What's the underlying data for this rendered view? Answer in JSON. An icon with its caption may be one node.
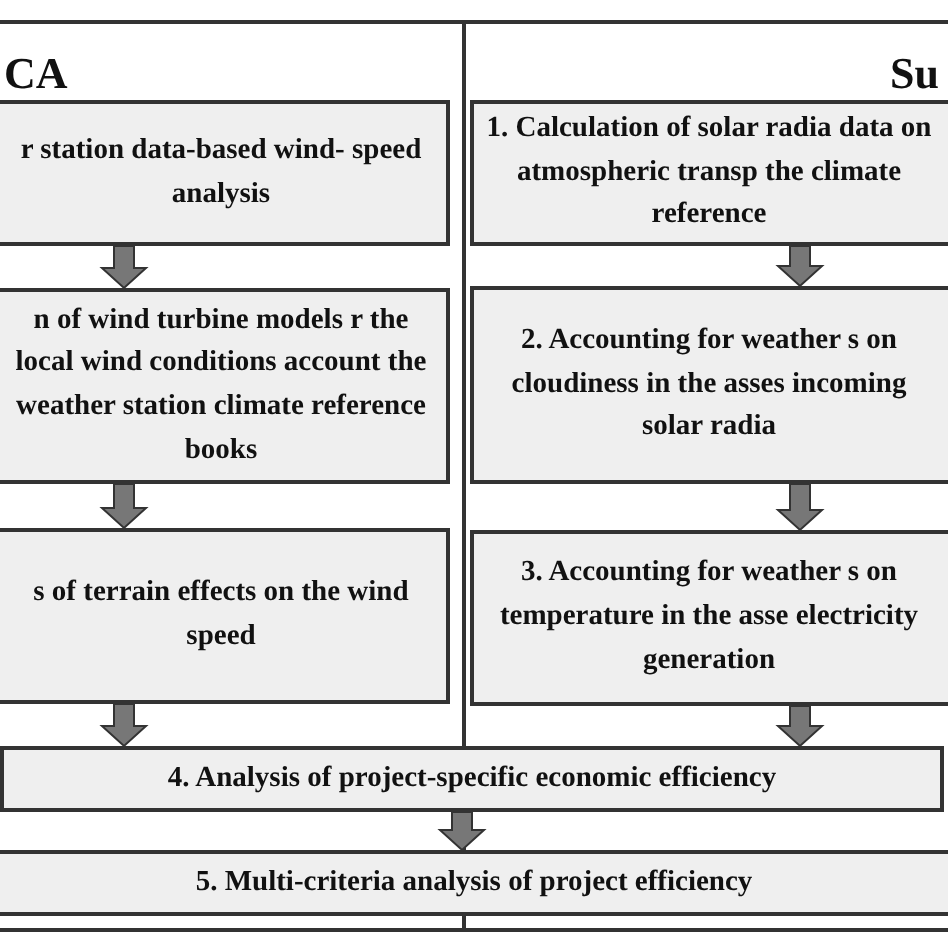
{
  "diagram": {
    "nodes": [
      {
        "text": [
          "CA"
        ]
      },
      {
        "text": [
          "r station data-based wind- speed analysis"
        ],
        "in": 0
      },
      {
        "text": [
          "n of wind turbine models r the local wind conditions account the weather station climate reference books"
        ],
        "in": 0
      },
      {
        "text": [
          "s of terrain effects on the wind speed"
        ],
        "in": 0
      },
      {
        "text": [
          "Su"
        ]
      },
      {
        "text": [
          "1. Calculation of solar radia data on atmospheric transp the climate reference"
        ],
        "in": 4
      },
      {
        "text": [
          "2. Accounting for weather s on cloudiness in the asses incoming solar radia"
        ],
        "in": 4
      },
      {
        "text": [
          "3. Accounting for weather s on temperature in the asse electricity generation"
        ],
        "in": 4
      },
      {
        "text": [
          "4. Analysis of project-specific economic efficiency"
        ]
      },
      {
        "text": [
          "5. Multi-criteria analysis of project efficiency"
        ]
      }
    ],
    "edges": [
      {
        "from": 1,
        "to": 2,
        "arrow": "to"
      },
      {
        "from": 2,
        "to": 3,
        "arrow": "to"
      },
      {
        "from": 5,
        "to": 6,
        "arrow": "to"
      },
      {
        "from": 6,
        "to": 7,
        "arrow": "to"
      },
      {
        "from": 3,
        "to": 8,
        "arrow": "to"
      },
      {
        "from": 7,
        "to": 8,
        "arrow": "to"
      },
      {
        "from": 8,
        "to": 9,
        "arrow": "to"
      }
    ]
  }
}
